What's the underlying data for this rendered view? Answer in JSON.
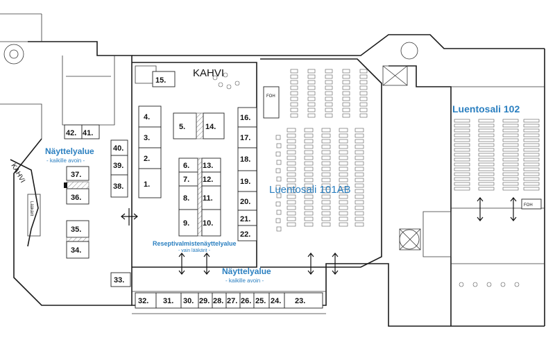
{
  "labels": {
    "kahvi_center": "KAHVI",
    "kahvi_left": "KAHVI",
    "exhibition_left_title": "Näyttelyalue",
    "exhibition_left_sub": "- kaikille avoin -",
    "exhibition_bottom_title": "Näyttelyalue",
    "exhibition_bottom_sub": "- kaikille avoin -",
    "prescription_title": "Reseptivalmistenäyttelyalue",
    "prescription_sub": "- vain lääkärit -",
    "hall_101": "Luentosali 101AB",
    "hall_102": "Luentosali 102",
    "foh_101": "FOH",
    "foh_102": "FOH",
    "lift_label": "Lääkärit"
  },
  "booths": {
    "b1": "1.",
    "b2": "2.",
    "b3": "3.",
    "b4": "4.",
    "b5": "5.",
    "b6": "6.",
    "b7": "7.",
    "b8": "8.",
    "b9": "9.",
    "b10": "10.",
    "b11": "11.",
    "b12": "12.",
    "b13": "13.",
    "b14": "14.",
    "b15": "15.",
    "b16": "16.",
    "b17": "17.",
    "b18": "18.",
    "b19": "19.",
    "b20": "20.",
    "b21": "21.",
    "b22": "22.",
    "b23": "23.",
    "b24": "24.",
    "b25": "25.",
    "b26": "26.",
    "b27": "27.",
    "b28": "28.",
    "b29": "29.",
    "b30": "30.",
    "b31": "31.",
    "b32": "32.",
    "b33": "33.",
    "b34": "34.",
    "b35": "35.",
    "b36": "36.",
    "b37": "37.",
    "b38": "38.",
    "b39": "39.",
    "b40": "40.",
    "b41": "41.",
    "b42": "42."
  }
}
